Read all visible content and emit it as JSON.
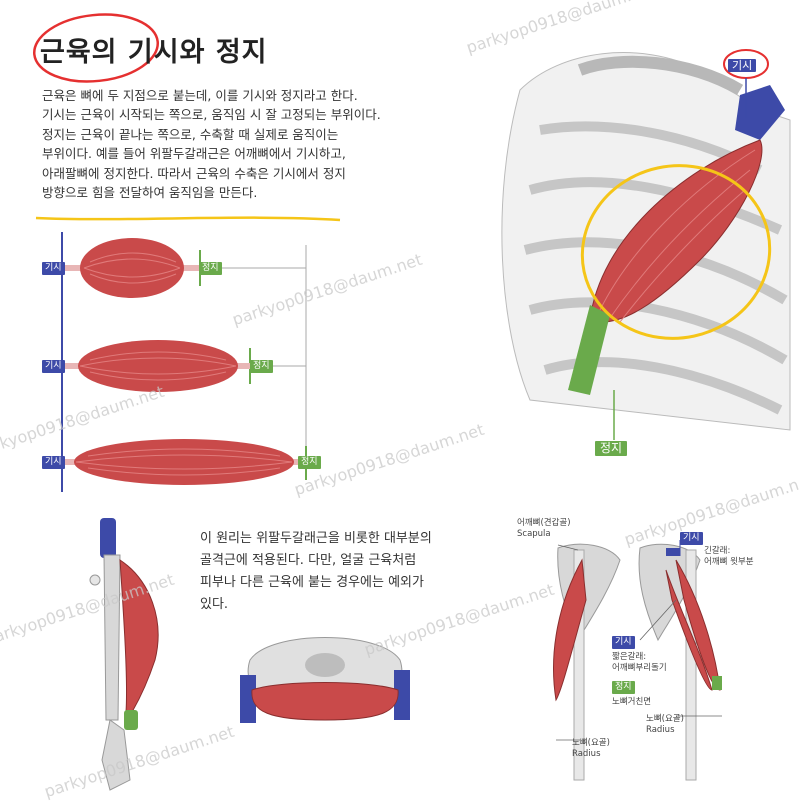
{
  "title": "근육의 기시와 정지",
  "intro_lines": [
    "근육은 뼈에 두 지점으로 붙는데, 이를 기시와 정지라고 한다.",
    "기시는 근육이 시작되는 쪽으로, 움직임 시 잘 고정되는 부위이다.",
    "정지는 근육이 끝나는 쪽으로, 수축할 때 실제로 움직이는",
    "부위이다. 예를 들어 위팔두갈래근은 어깨뼈에서 기시하고,",
    "아래팔뼈에 정지한다. 따라서 근육의 수축은 기시에서 정지",
    "방향으로 힘을 전달하여 움직임을 만든다."
  ],
  "para2_lines": [
    "이 원리는 위팔두갈래근을 비롯한 대부분의",
    "골격근에 적용된다. 다만, 얼굴 근육처럼",
    "피부나 다른 근육에 붙는 경우에는 예외가",
    "있다."
  ],
  "labels": {
    "origin": "기시",
    "insertion": "정지",
    "scapula": "어깨뼈(견갑골)",
    "scapula_en": "Scapula",
    "long_head": "긴갈래:",
    "long_head_sub": "어깨뼈 윗부분",
    "short_head": "짧은갈래:",
    "short_head_sub": "어깨뼈부리돌기",
    "radial_tuberosity": "노뼈거친면",
    "radius": "노뼈(요골)",
    "radius_en": "Radius"
  },
  "watermark": "parkyop0918@daum.net",
  "colors": {
    "origin_tag": "#3d4aa8",
    "insertion_tag": "#6aaa4b",
    "muscle": "#c94a4a",
    "tendon": "#e8b6b6",
    "bone": "#d8d8d8",
    "highlight_circle": "#e53030",
    "highlight_underline": "#f5c518"
  }
}
